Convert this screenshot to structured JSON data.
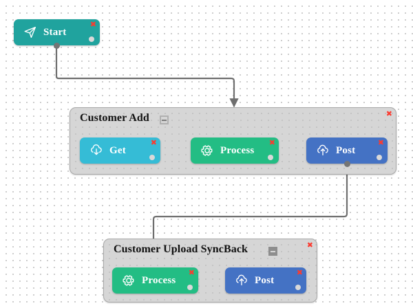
{
  "canvas": {
    "background_color": "#ffffff",
    "grid_dot_color": "#c9c9c9"
  },
  "palette": {
    "start_teal": "#20a39e",
    "get_cyan": "#35bcd6",
    "process_green": "#23bd84",
    "post_blue": "#4472c4",
    "group_gray": "#d6d6d6",
    "close_red": "#fb3b30",
    "wire_gray": "#6e6e6e",
    "status_dot": "#d9d9d9"
  },
  "nodes": {
    "start": {
      "label": "Start",
      "icon": "send-plane-icon",
      "color": "#20a39e",
      "close_label": "✖"
    },
    "get": {
      "label": "Get",
      "icon": "cloud-download-icon",
      "color": "#35bcd6",
      "close_label": "✖"
    },
    "process_1": {
      "label": "Process",
      "icon": "gear-icon",
      "color": "#23bd84",
      "close_label": "✖"
    },
    "post_1": {
      "label": "Post",
      "icon": "cloud-upload-icon",
      "color": "#4472c4",
      "close_label": "✖"
    },
    "process_2": {
      "label": "Process",
      "icon": "gear-icon",
      "color": "#23bd84",
      "close_label": "✖"
    },
    "post_2": {
      "label": "Post",
      "icon": "cloud-upload-icon",
      "color": "#4472c4",
      "close_label": "✖"
    }
  },
  "groups": {
    "customer_add": {
      "title": "Customer Add",
      "collapse_label": "−",
      "close_label": "✖"
    },
    "customer_upload_syncback": {
      "title": "Customer Upload SyncBack",
      "collapse_label": "−",
      "close_label": "✖"
    }
  },
  "connections": [
    {
      "from": "start",
      "to": "customer_add"
    },
    {
      "from": "get",
      "to": "process_1"
    },
    {
      "from": "process_1",
      "to": "post_1"
    },
    {
      "from": "post_1",
      "to": "process_2"
    },
    {
      "from": "process_2",
      "to": "post_2"
    }
  ]
}
